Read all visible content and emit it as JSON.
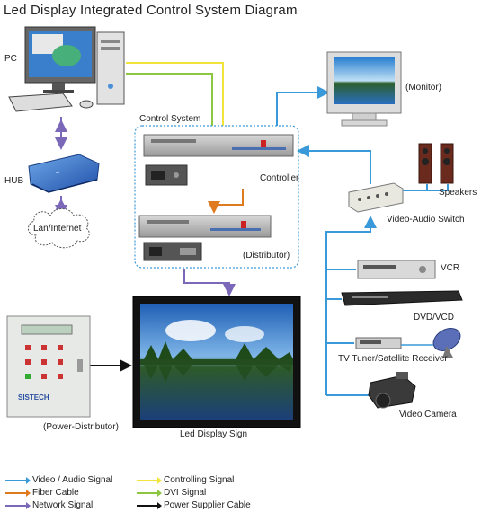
{
  "title": "Led Display Integrated Control System Diagram",
  "devices": {
    "pc": "PC",
    "hub": "HUB",
    "lan": "Lan/Internet",
    "control_system": "Control System",
    "controller": "Controller",
    "distributor": "(Distributor)",
    "monitor": "(Monitor)",
    "speakers": "Speakers",
    "video_audio_switch": "Video-Audio Switch",
    "vcr": "VCR",
    "dvd": "DVD/VCD",
    "tuner": "TV Tuner/Satellite Receiver",
    "camera": "Video Camera",
    "display": "Led Display Sign",
    "power_distributor": "(Power-Distributor)",
    "power_panel_brand": "SISTECH"
  },
  "legend": [
    {
      "label": "Video / Audio Signal",
      "color": "#3a9ad9"
    },
    {
      "label": "Controlling Signal",
      "color": "#f2e43a"
    },
    {
      "label": "Fiber Cable",
      "color": "#e07a1f"
    },
    {
      "label": "DVI Signal",
      "color": "#8dc63f"
    },
    {
      "label": "Network Signal",
      "color": "#7b68b8"
    },
    {
      "label": "Power Supplier Cable",
      "color": "#111111"
    }
  ]
}
